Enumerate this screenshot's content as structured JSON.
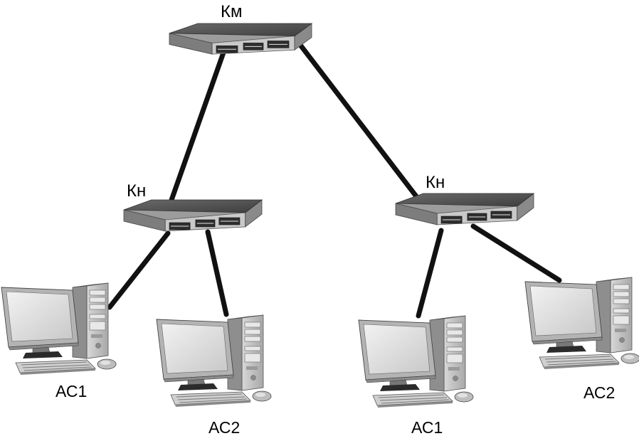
{
  "labels": {
    "main_switch": "Км",
    "left_switch": "Кн",
    "right_switch": "Кн",
    "left_pc1": "АС1",
    "left_pc2": "АС2",
    "right_pc1": "АС1",
    "right_pc2": "АС2"
  },
  "icons": {
    "switch": "network-switch-icon",
    "workstation": "desktop-computer-icon"
  },
  "colors": {
    "cable": "#111111",
    "switch_top": "#5c5c5c",
    "switch_front": "#bdbdbd",
    "monitor_frame": "#bcbcbc",
    "screen": "#dcdcdc",
    "tower": "#c4c4c4"
  }
}
